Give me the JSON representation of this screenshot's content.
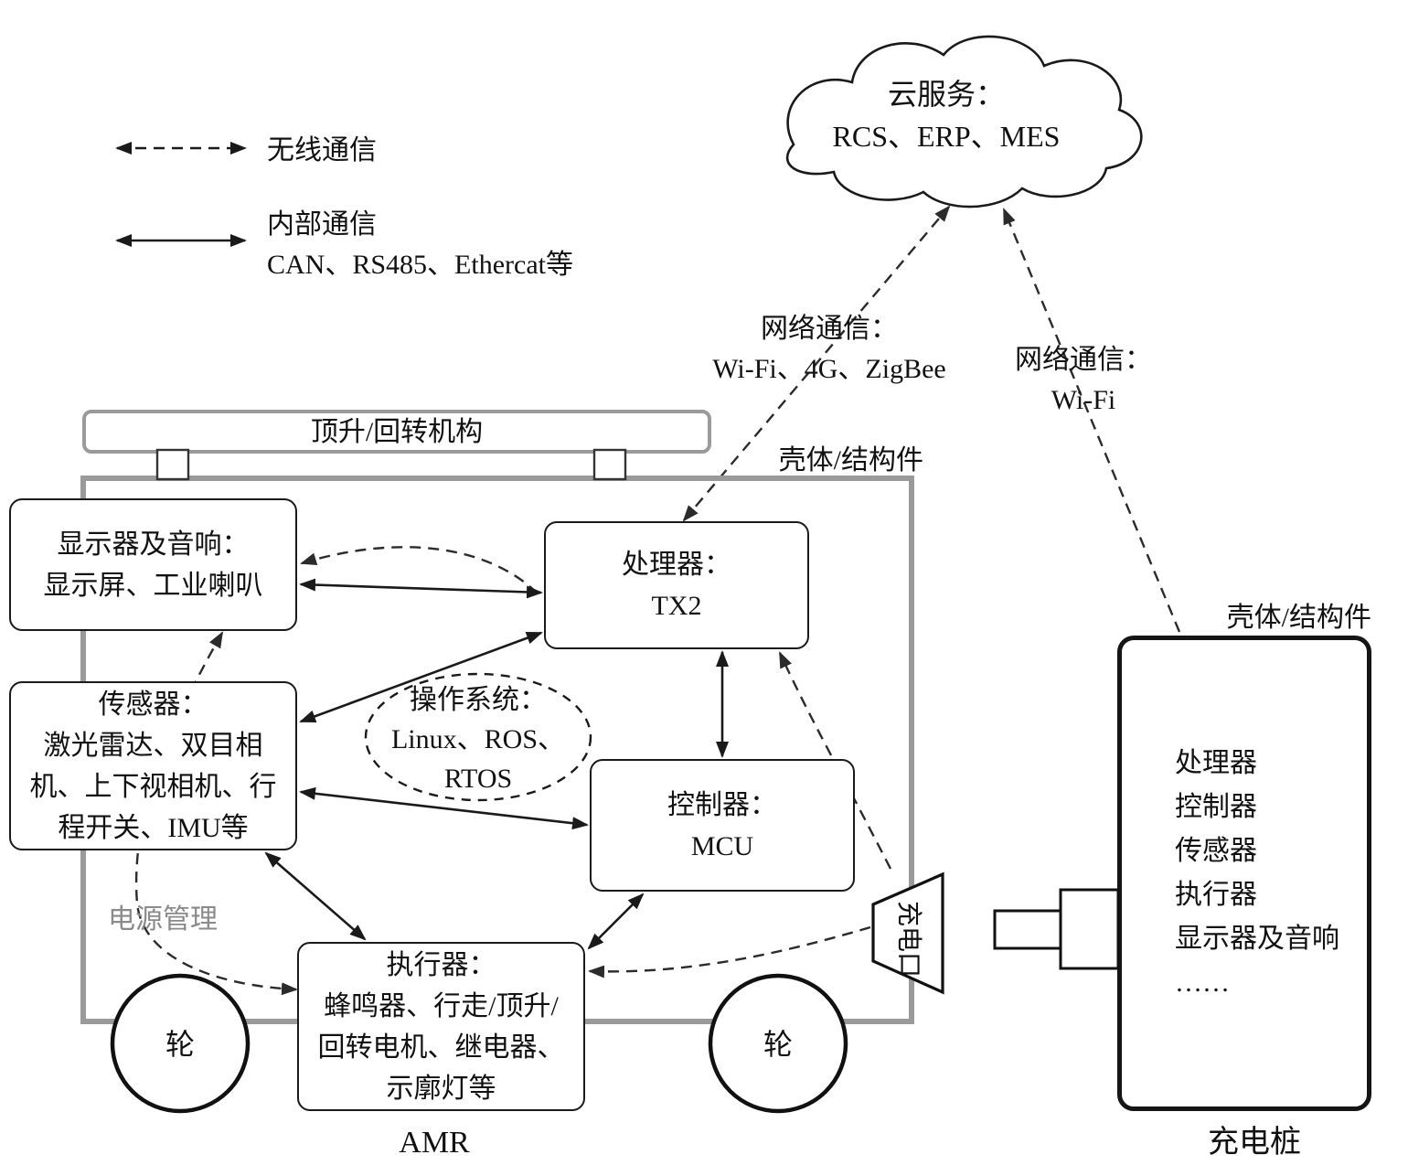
{
  "legend": {
    "wireless_label": "无线通信",
    "internal_label": "内部通信",
    "internal_sub": "CAN、RS485、Ethercat等"
  },
  "cloud": {
    "line1": "云服务：",
    "line2": "RCS、ERP、MES"
  },
  "network_links": {
    "tx2_cloud_line1": "网络通信：",
    "tx2_cloud_line2": "Wi-Fi、4G、ZigBee",
    "charger_cloud_line1": "网络通信：",
    "charger_cloud_line2": "Wi-Fi"
  },
  "amr": {
    "shell_label": "壳体/结构件",
    "lift_mechanism": "顶升/回转机构",
    "display": {
      "line1": "显示器及音响：",
      "line2": "显示屏、工业喇叭"
    },
    "processor": {
      "line1": "处理器：",
      "line2": "TX2"
    },
    "sensors": {
      "line1": "传感器：",
      "line2": "激光雷达、双目相",
      "line3": "机、上下视相机、行",
      "line4": "程开关、IMU等"
    },
    "os": {
      "line1": "操作系统：",
      "line2": "Linux、ROS、",
      "line3": "RTOS"
    },
    "controller": {
      "line1": "控制器：",
      "line2": "MCU"
    },
    "actuators": {
      "line1": "执行器：",
      "line2": "蜂鸣器、行走/顶升/",
      "line3": "回转电机、继电器、",
      "line4": "示廓灯等"
    },
    "power_label": "电源管理",
    "wheel_left": "轮",
    "wheel_right": "轮",
    "charge_port": "充电口",
    "caption": "AMR"
  },
  "charging_station": {
    "shell_label": "壳体/结构件",
    "items": [
      "处理器",
      "控制器",
      "传感器",
      "执行器",
      "显示器及音响",
      "……"
    ],
    "caption": "充电桩"
  },
  "colors": {
    "box_border": "#1a1a1a",
    "frame_border": "#9a9a9a",
    "power_text": "#8a8a8a",
    "background": "#ffffff"
  }
}
